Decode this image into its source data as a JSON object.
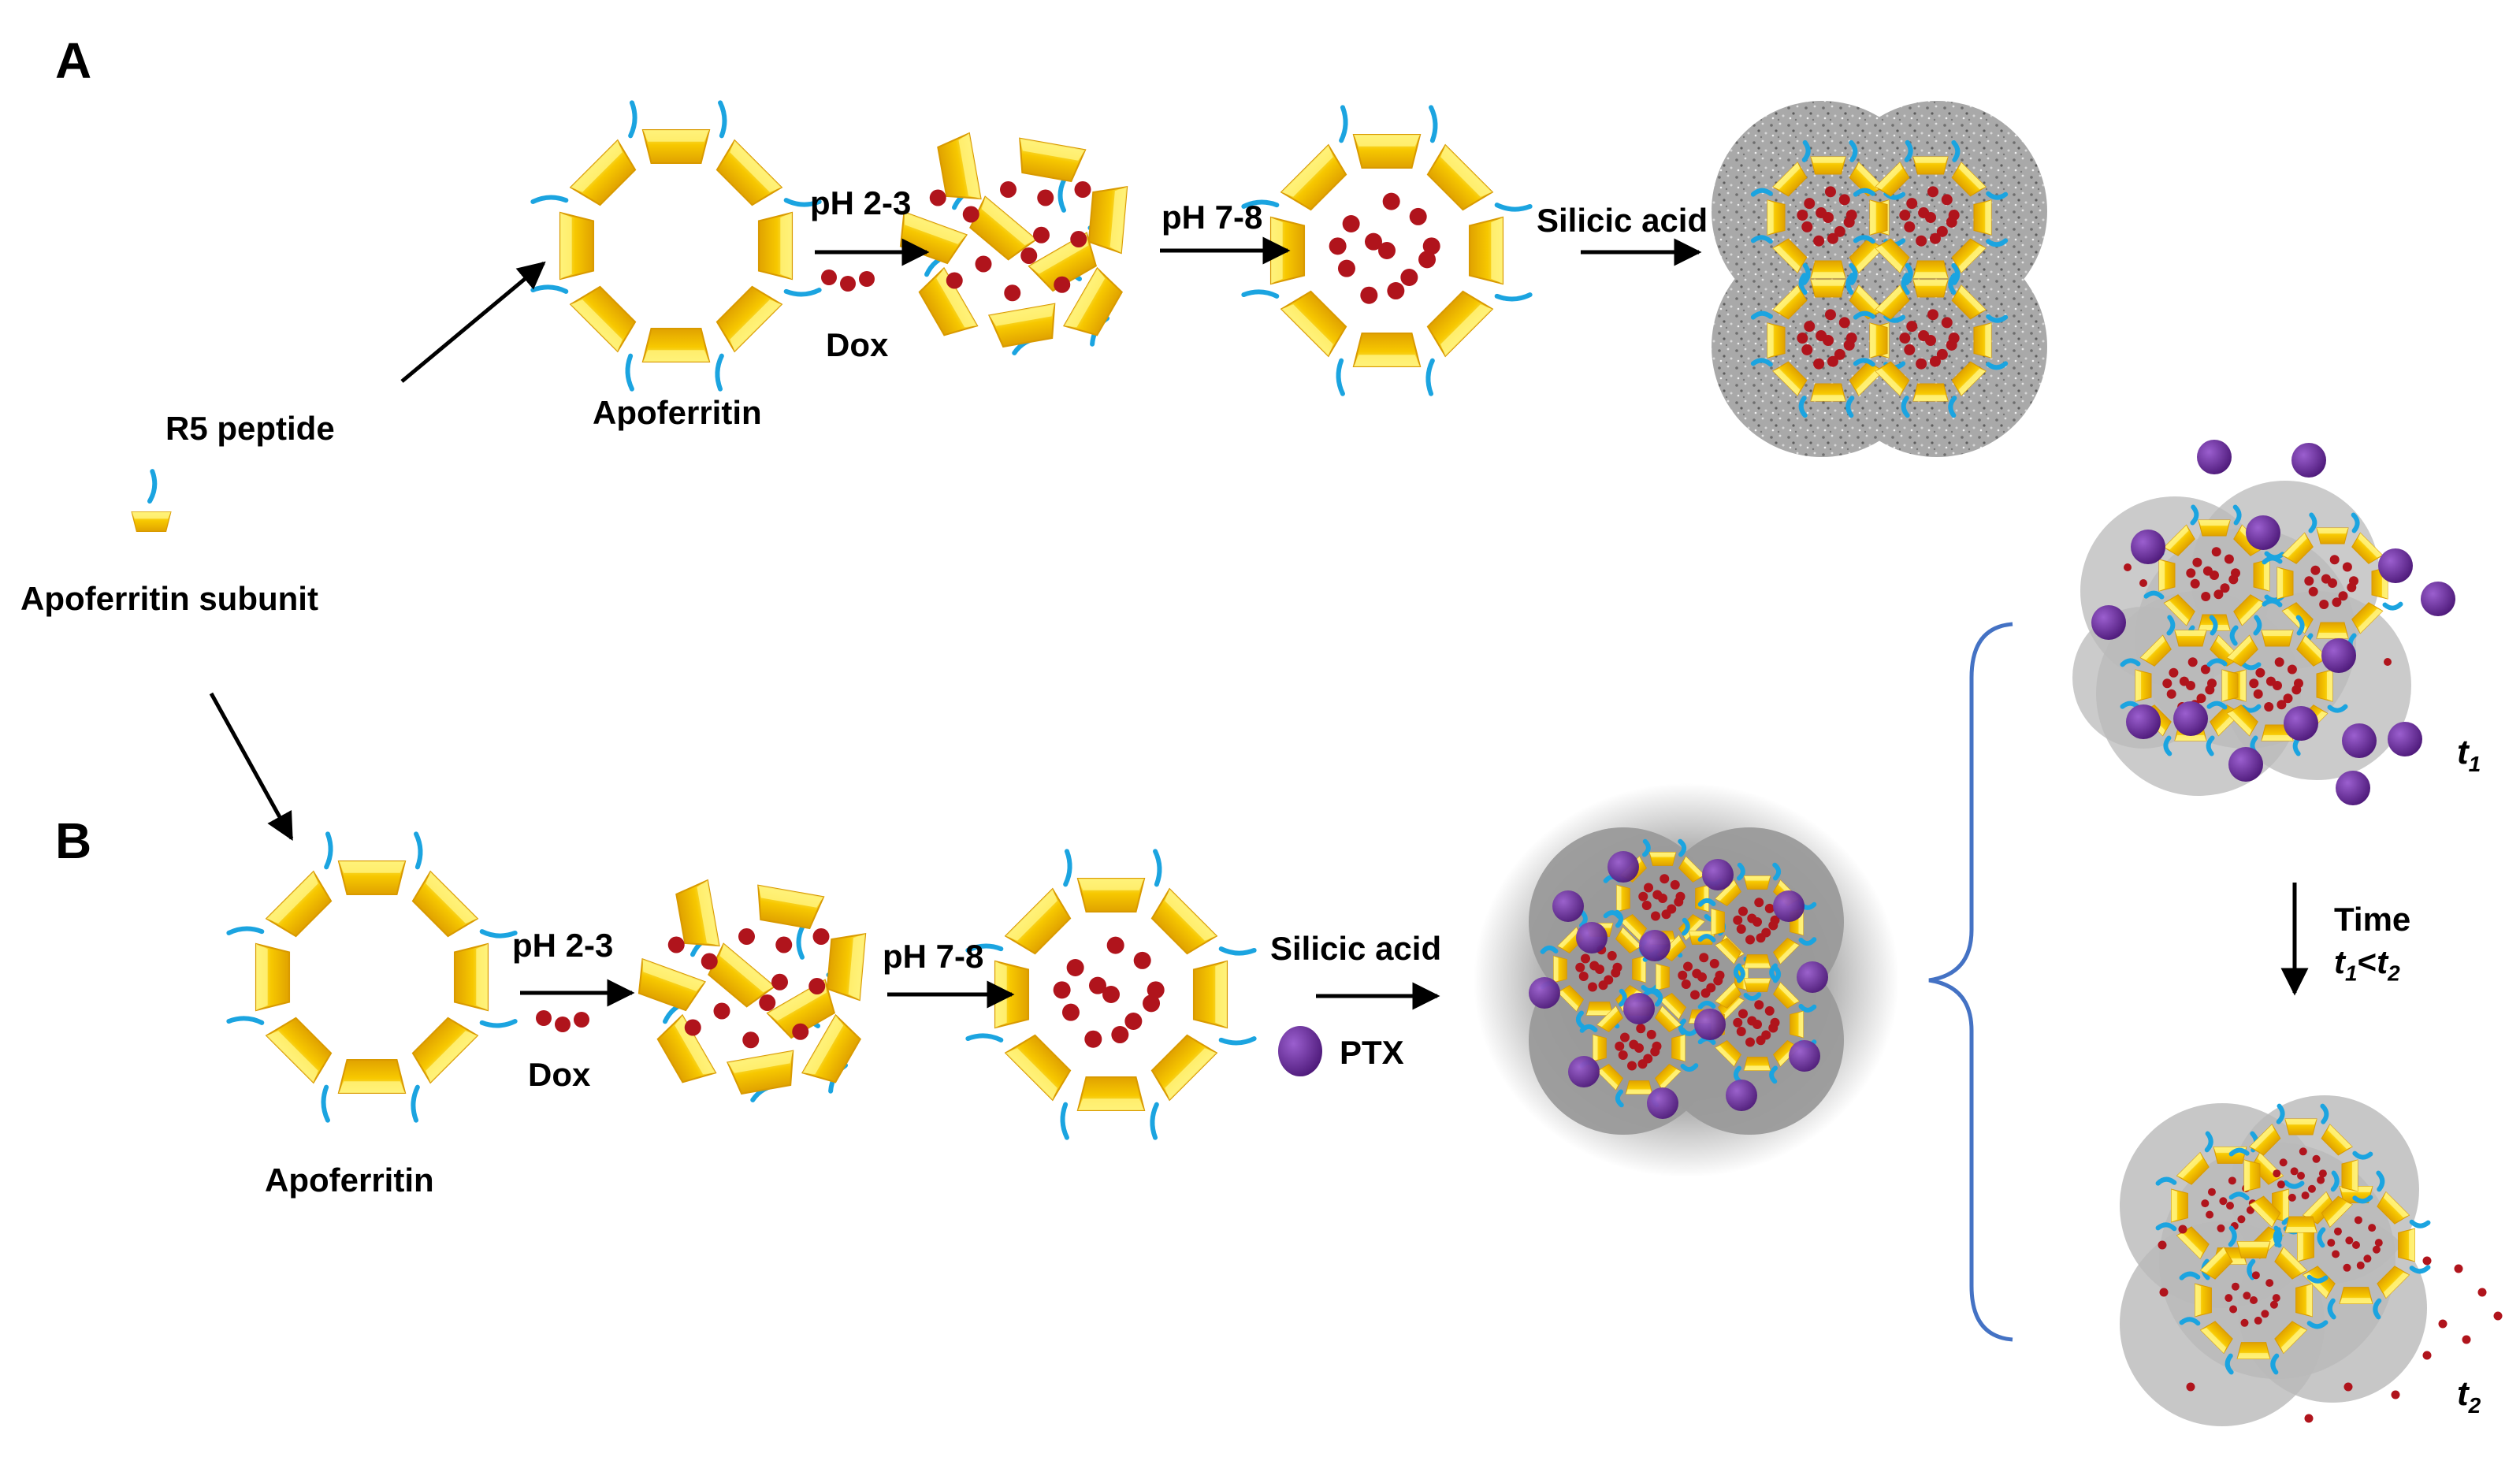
{
  "panels": {
    "a": "A",
    "b": "B"
  },
  "labels": {
    "r5_peptide": "R5 peptide",
    "subunit": "Apoferritin subunit",
    "apoferritin": "Apoferritin",
    "ph_low": "pH 2-3",
    "ph_neutral": "pH 7-8",
    "dox": "Dox",
    "silicic_acid": "Silicic acid",
    "ptx": "PTX",
    "time": "Time"
  },
  "time_labels": {
    "t": "t",
    "sub1": "1",
    "sub2": "2",
    "less_than": "<"
  },
  "colors": {
    "subunit_yellow": "#f7c800",
    "subunit_highlight": "#fff27a",
    "peptide_blue": "#1ba4e0",
    "dox_red": "#b0141c",
    "ptx_purple": "#6a2a9c",
    "silica_gray": "#b9b9b9",
    "bracket_blue": "#4472c4"
  }
}
